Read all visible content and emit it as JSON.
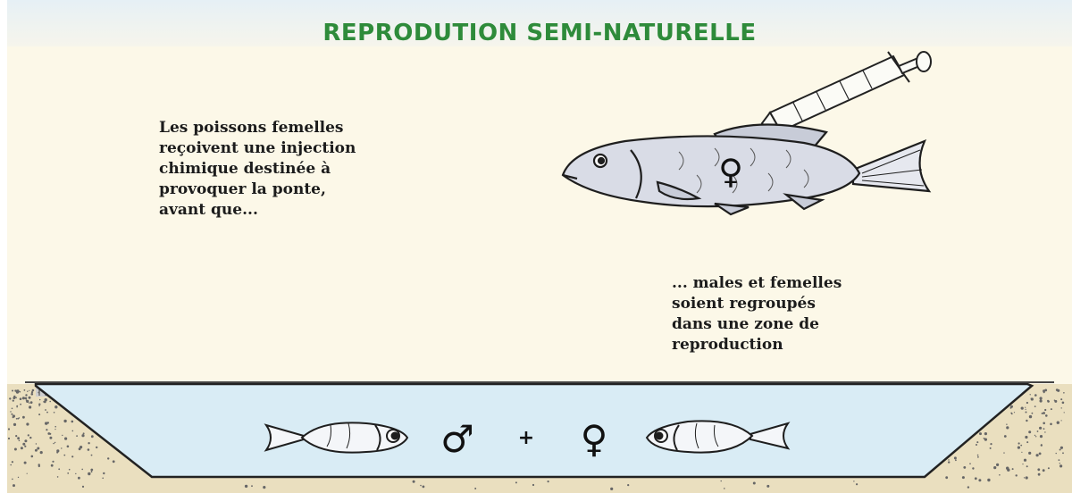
{
  "title": "REPRODUTION SEMI-NATURELLE",
  "captions": {
    "first": "Les poissons femelles\nreçoivent une injection\nchimique destinée à\nprovoquer la ponte,\navant que...",
    "second": "... males et femelles\nsoient regroupés\ndans une zone de\nreproduction"
  },
  "symbols": {
    "female": "♀",
    "male": "♂",
    "plus": "+"
  },
  "colors": {
    "title": "#2e8b3a",
    "background": "#fcf8e8",
    "water": "#d9ecf5",
    "ground": "#eadfbf"
  }
}
